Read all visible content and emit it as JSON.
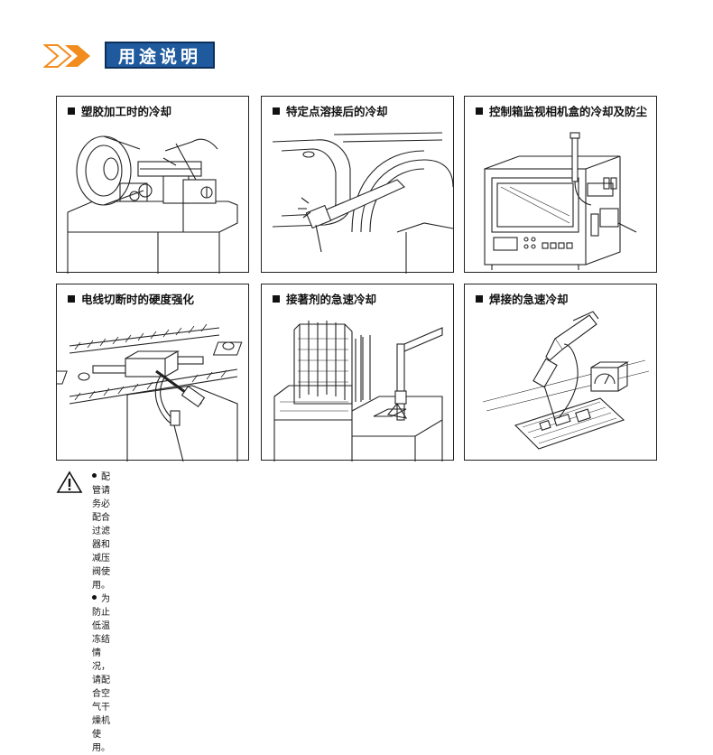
{
  "header": {
    "title": "用途说明"
  },
  "panels": [
    {
      "title": "塑胶加工时的冷却"
    },
    {
      "title": "特定点溶接后的冷却"
    },
    {
      "title": "控制箱监视相机盒的冷却及防尘"
    },
    {
      "title": "电线切断时的硬度强化"
    },
    {
      "title": "接著剂的急速冷却"
    },
    {
      "title": "焊接的急速冷却"
    }
  ],
  "notes": [
    "配管请务必配合过滤器和减压阀使用。",
    "为防止低温冻结情况，请配合空气干燥机使用。"
  ],
  "colors": {
    "accent_orange": "#f28c1c",
    "title_blue": "#1f5a9e"
  }
}
